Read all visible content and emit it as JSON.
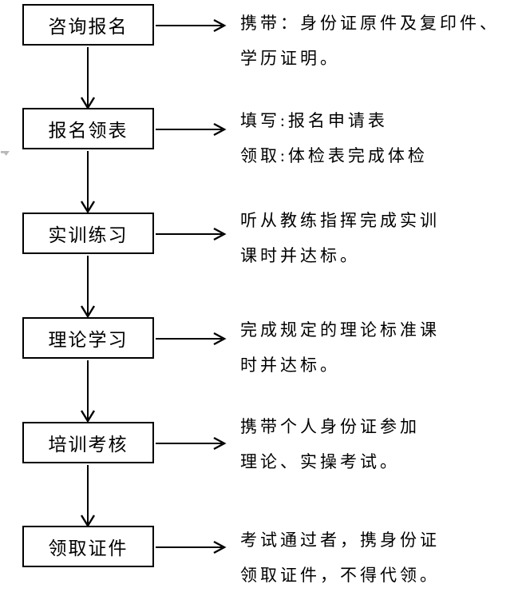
{
  "flow": {
    "title": "training-enrollment-flowchart",
    "colors": {
      "background": "#ffffff",
      "line": "#000000",
      "box_border": "#000000",
      "text": "#000000",
      "stray_mark": "#b9b9b9"
    },
    "steps": [
      {
        "label": "咨询报名",
        "desc_line1": "携带：身份证原件及复印件、",
        "desc_line2": "学历证明。"
      },
      {
        "label": "报名领表",
        "desc_line1": "填写:报名申请表",
        "desc_line2": "领取:体检表完成体检"
      },
      {
        "label": "实训练习",
        "desc_line1": "听从教练指挥完成实训",
        "desc_line2": "课时并达标。"
      },
      {
        "label": "理论学习",
        "desc_line1": "完成规定的理论标准课",
        "desc_line2": "时并达标。"
      },
      {
        "label": "培训考核",
        "desc_line1": "携带个人身份证参加",
        "desc_line2": "理论、实操考试。"
      },
      {
        "label": "领取证件",
        "desc_line1": "考试通过者，携身份证",
        "desc_line2": "领取证件，不得代领。"
      }
    ]
  }
}
